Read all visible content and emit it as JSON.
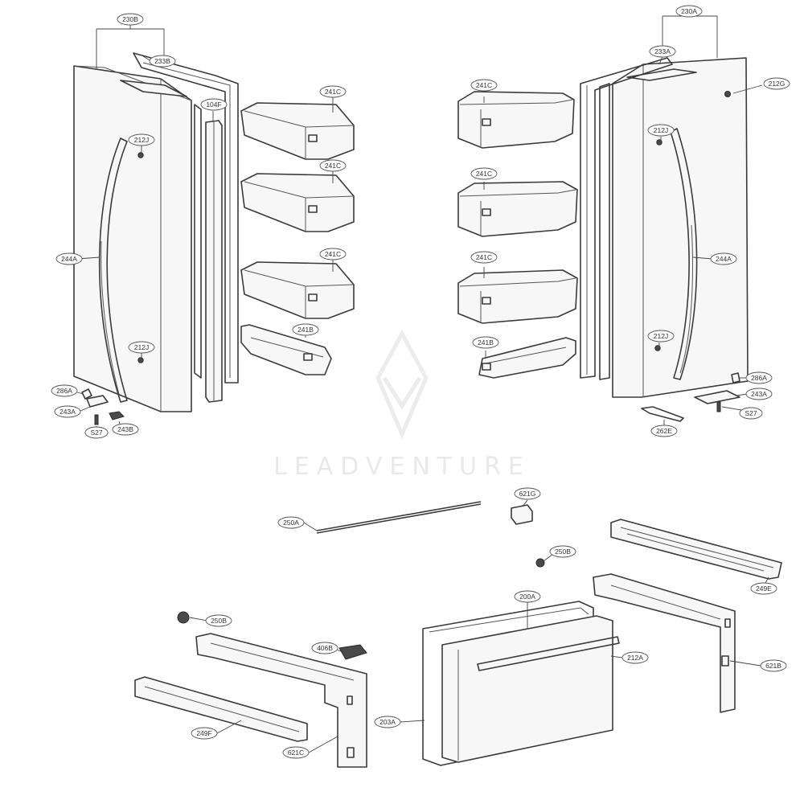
{
  "watermark": {
    "text": "LEADVENTURE"
  },
  "callouts": {
    "c230B": "230B",
    "c233B": "233B",
    "c104F": "104F",
    "c241C_l1": "241C",
    "c241C_l2": "241C",
    "c241C_l3": "241C",
    "c241B_l": "241B",
    "c212J_l1": "212J",
    "c244A_l": "244A",
    "c212J_l2": "212J",
    "c286A_l": "286A",
    "c243A_l": "243A",
    "cS27_l": "S27",
    "c243B": "243B",
    "c230A": "230A",
    "c233A": "233A",
    "c212G": "212G",
    "c241C_r1": "241C",
    "c241C_r2": "241C",
    "c241C_r3": "241C",
    "c241B_r": "241B",
    "c212J_r1": "212J",
    "c244A_r": "244A",
    "c212J_r2": "212J",
    "c286A_r": "286A",
    "c243A_r": "243A",
    "cS27_r": "S27",
    "c262E": "262E",
    "c250A": "250A",
    "c621G": "621G",
    "c250B_r": "250B",
    "c249E": "249E",
    "c250B_l": "250B",
    "c406B": "406B",
    "c200A": "200A",
    "c212A": "212A",
    "c621B": "621B",
    "c249F": "249F",
    "c621C": "621C",
    "c203A": "203A"
  }
}
